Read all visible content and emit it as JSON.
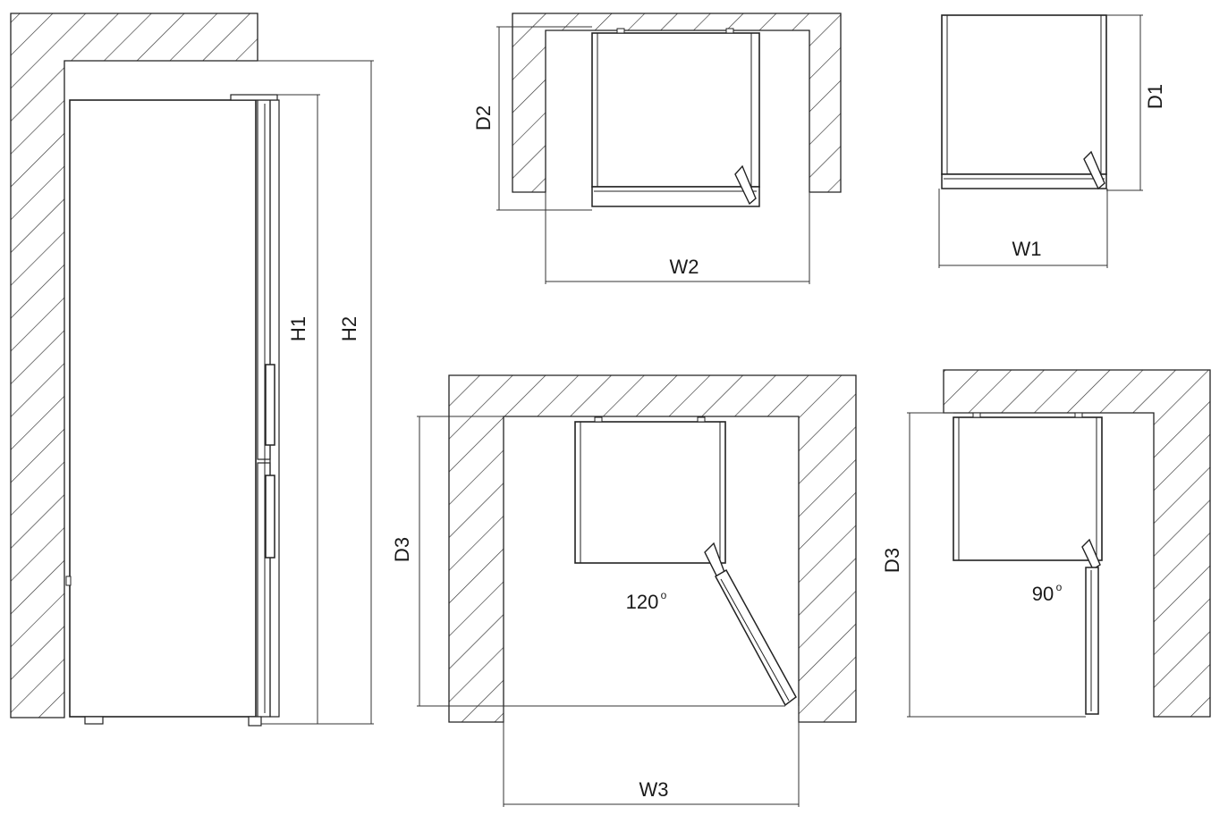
{
  "labels": {
    "h1": "H1",
    "h2": "H2",
    "d2": "D2",
    "w2": "W2",
    "d1": "D1",
    "w1": "W1",
    "d3_a": "D3",
    "w3": "W3",
    "angle_120": "120",
    "d3_b": "D3",
    "angle_90": "90",
    "degree_symbol": "o"
  },
  "colors": {
    "line": "#222222",
    "background": "#ffffff"
  }
}
